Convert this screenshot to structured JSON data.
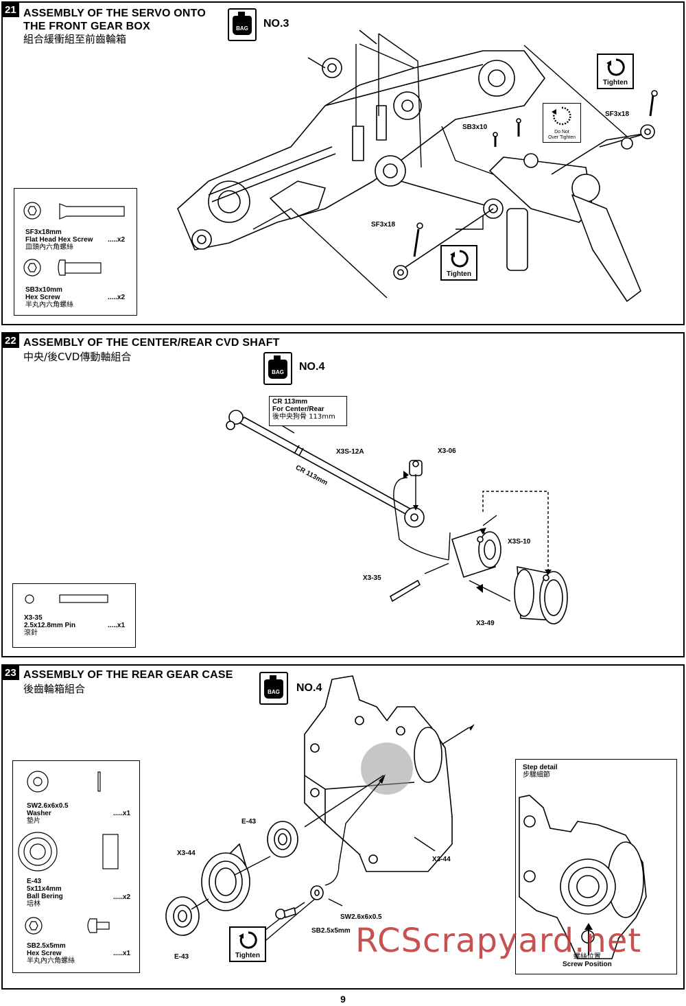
{
  "steps": [
    {
      "number": "21",
      "title_line1": "ASSEMBLY OF THE SERVO ONTO",
      "title_line2": "THE FRONT GEAR BOX",
      "subtitle": "組合緩衝組至前齒輪箱",
      "bag_label": "BAG",
      "bag_no": "NO.3",
      "parts": [
        {
          "code": "SF3x18mm",
          "name": "Flat Head Hex Screw",
          "cn": "皿頭內六角螺絲",
          "qty": ".....x2"
        },
        {
          "code": "SB3x10mm",
          "name": "Hex Screw",
          "cn": "半丸內六角螺絲",
          "qty": ".....x2"
        }
      ],
      "labels": {
        "sf_top": "SF3x18",
        "sb": "SB3x10",
        "sf_bottom": "SF3x18",
        "tighten": "Tighten",
        "do_not_1": "Do Not",
        "do_not_2": "Over Tighten"
      }
    },
    {
      "number": "22",
      "title_line1": "ASSEMBLY OF THE CENTER/REAR CVD SHAFT",
      "subtitle": "中央/後CVD傳動軸組合",
      "bag_label": "BAG",
      "bag_no": "NO.4",
      "callout_line1": "CR 113mm",
      "callout_line2": "For Center/Rear",
      "callout_line3": "後中央狗骨 113mm",
      "labels": {
        "shaft": "X3S-12A",
        "shaft_text": "CR 113mm",
        "set": "X3-06",
        "cup": "X3S-10",
        "pin": "X3-35",
        "sleeve": "X3-49"
      },
      "parts": [
        {
          "code": "X3-35",
          "name": "2.5x12.8mm Pin",
          "cn": "滾針",
          "qty": ".....x1"
        }
      ]
    },
    {
      "number": "23",
      "title_line1": "ASSEMBLY OF THE REAR GEAR CASE",
      "subtitle": "後齒輪箱組合",
      "bag_label": "BAG",
      "bag_no": "NO.4",
      "parts": [
        {
          "code": "SW2.6x6x0.5",
          "name": "Washer",
          "cn": "墊片",
          "qty": ".....x1"
        },
        {
          "code": "E-43",
          "name": "5x11x4mm",
          "name2": "Ball Bering",
          "cn": "培林",
          "qty": ".....x2"
        },
        {
          "code": "SB2.5x5mm",
          "name": "Hex Screw",
          "cn": "半丸內六角螺絲",
          "qty": ".....x1"
        }
      ],
      "labels": {
        "e43_top": "E-43",
        "x344_left": "X3-44",
        "x344_right": "X3-44",
        "sw": "SW2.6x6x0.5",
        "sb": "SB2.5x5mm",
        "e43_bottom": "E-43",
        "tighten": "Tighten"
      },
      "step_detail_title": "Step detail",
      "step_detail_cn": "步驟細節",
      "screw_position_cn": "螺絲位置",
      "screw_position": "Screw Position"
    }
  ],
  "watermark": "RCScrapyard.net",
  "page_number": "9"
}
